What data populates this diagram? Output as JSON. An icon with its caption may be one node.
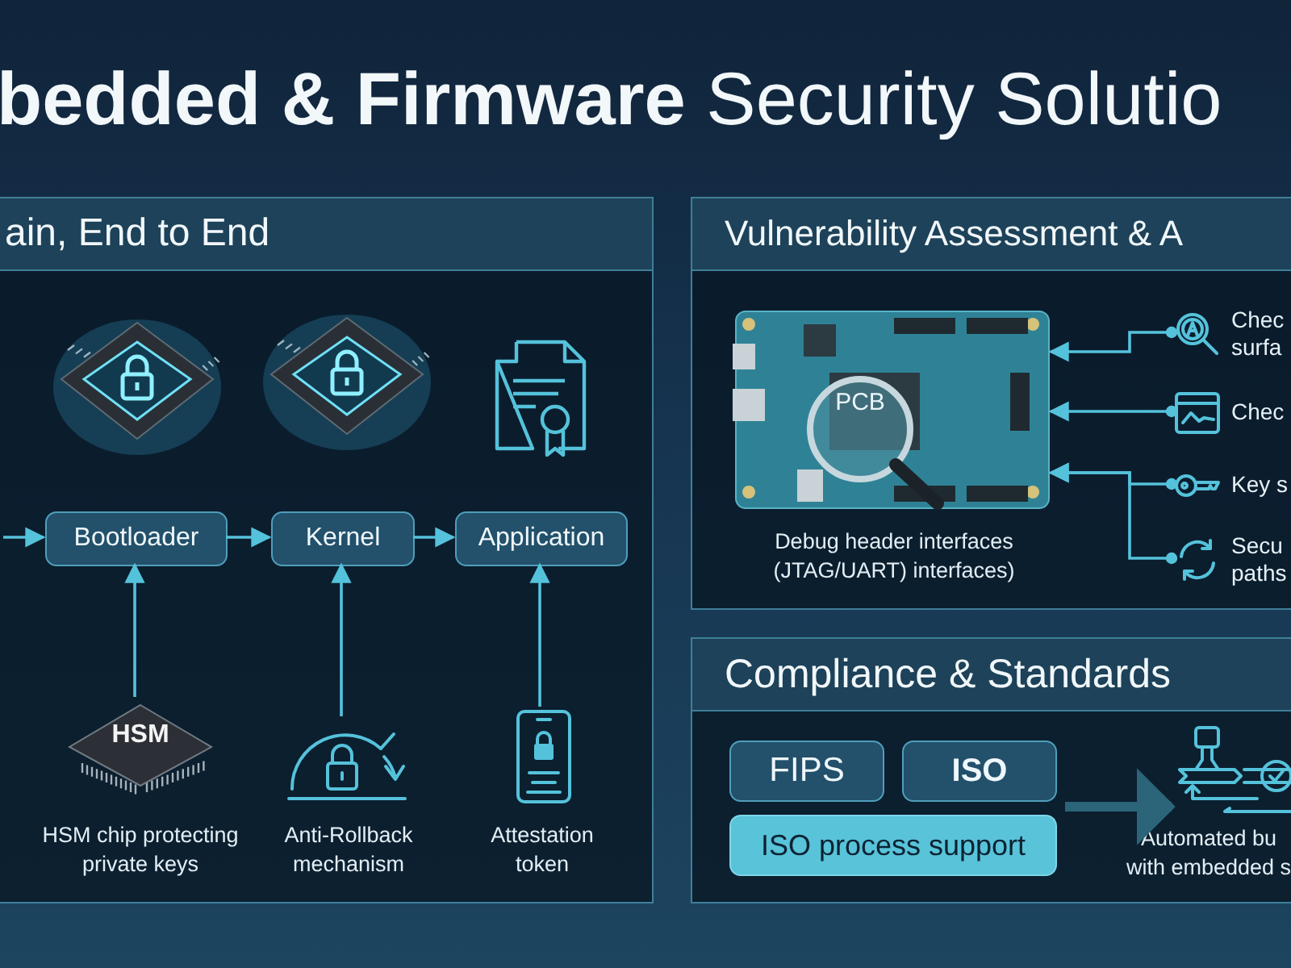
{
  "diagram": {
    "title": "**bedded & Firmware** Security Solutio",
    "nodes": [
      {
        "text": [
          "ain, End to End"
        ]
      },
      {
        "text": [
          "Bootloader"
        ],
        "in": 0
      },
      {
        "text": [
          "Kernel"
        ],
        "in": 0
      },
      {
        "text": [
          "Application"
        ],
        "in": 0
      },
      {
        "text": [
          "HSM"
        ],
        "in": 0,
        "beside": [
          "HSM chip protecting private keys"
        ]
      },
      {
        "text": [],
        "shape": "picture",
        "in": 0,
        "beside": [
          "Anti-Rollback mechanism"
        ]
      },
      {
        "text": [],
        "shape": "picture",
        "in": 0,
        "beside": [
          "Attestation token"
        ]
      },
      {
        "text": [
          "Vulnerability Assessment & A"
        ]
      },
      {
        "text": [
          "PCB"
        ],
        "in": 7,
        "beside": [
          "Debug header interfaces (JTAG/UART) interfaces)"
        ]
      },
      {
        "text": [
          "Chec surfa"
        ],
        "in": 7
      },
      {
        "text": [
          "Chec"
        ],
        "in": 7
      },
      {
        "text": [
          "Key s"
        ],
        "in": 7
      },
      {
        "text": [
          "Secu paths"
        ],
        "in": 7
      },
      {
        "text": [
          "Compliance & Standards"
        ]
      },
      {
        "text": [
          "FIPS"
        ],
        "in": 13
      },
      {
        "text": [
          "ISO"
        ],
        "in": 13
      },
      {
        "text": [
          "ISO process support"
        ],
        "in": 13
      },
      {
        "text": [],
        "shape": "picture",
        "in": 13,
        "beside": [
          "Automated bu with embedded s"
        ]
      }
    ],
    "edges": [
      {
        "from": null,
        "to": 1,
        "arrow": "to"
      },
      {
        "from": 1,
        "to": 2,
        "arrow": "to"
      },
      {
        "from": 2,
        "to": 3,
        "arrow": "to"
      },
      {
        "from": 4,
        "to": 1,
        "arrow": "to"
      },
      {
        "from": 5,
        "to": 2,
        "arrow": "to"
      },
      {
        "from": 6,
        "to": 3,
        "arrow": "to"
      },
      {
        "from": 9,
        "to": 8,
        "arrow": "to"
      },
      {
        "from": 10,
        "to": 8,
        "arrow": "to"
      },
      {
        "from": 11,
        "to": 8,
        "arrow": "to"
      },
      {
        "from": 12,
        "to": 8,
        "arrow": "to"
      },
      {
        "from": 16,
        "to": 17,
        "arrow": "to",
        "style": "thick",
        "color": "#2c6479"
      }
    ]
  }
}
